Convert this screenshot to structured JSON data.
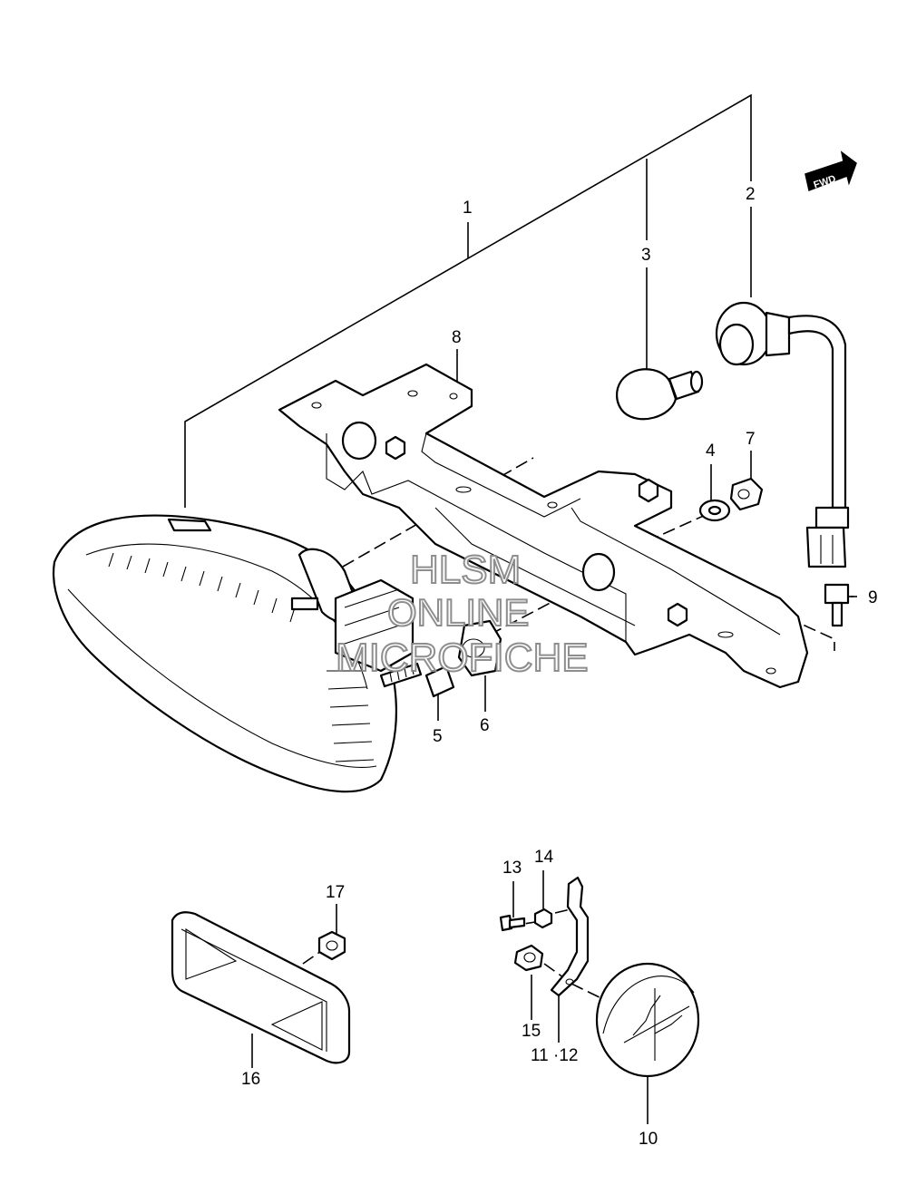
{
  "fwd_label": "FWD",
  "watermark": [
    "HLSM",
    "ONLINE",
    "MICROFICHE"
  ],
  "callouts": [
    {
      "id": "callout-1",
      "label": "1"
    },
    {
      "id": "callout-2",
      "label": "2"
    },
    {
      "id": "callout-3",
      "label": "3"
    },
    {
      "id": "callout-4",
      "label": "4"
    },
    {
      "id": "callout-5",
      "label": "5"
    },
    {
      "id": "callout-6",
      "label": "6"
    },
    {
      "id": "callout-7",
      "label": "7"
    },
    {
      "id": "callout-8",
      "label": "8"
    },
    {
      "id": "callout-9",
      "label": "9"
    },
    {
      "id": "callout-10",
      "label": "10"
    },
    {
      "id": "callout-11-12",
      "label": "11 ·12"
    },
    {
      "id": "callout-13",
      "label": "13"
    },
    {
      "id": "callout-14",
      "label": "14"
    },
    {
      "id": "callout-15",
      "label": "15"
    },
    {
      "id": "callout-16",
      "label": "16"
    },
    {
      "id": "callout-17",
      "label": "17"
    }
  ]
}
